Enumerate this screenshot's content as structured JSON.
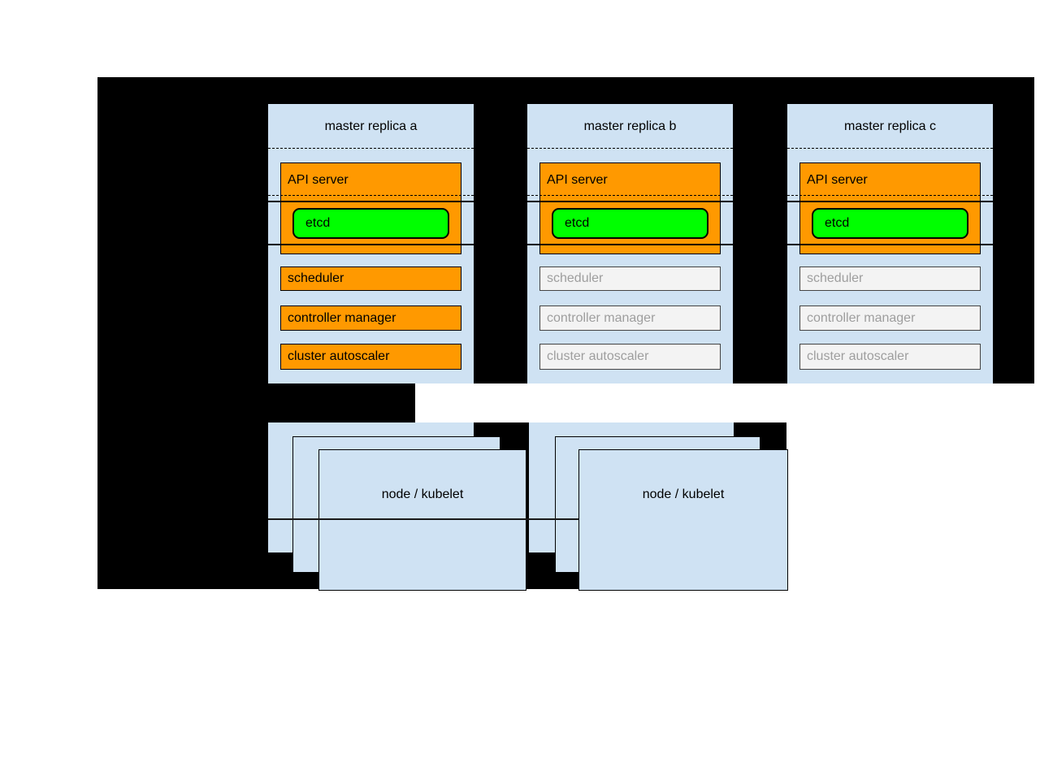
{
  "replicas": [
    {
      "title": "master replica a",
      "state": "active",
      "components": {
        "api_server": "API server",
        "etcd": "etcd",
        "scheduler": "scheduler",
        "controller_manager": "controller manager",
        "cluster_autoscaler": "cluster autoscaler"
      }
    },
    {
      "title": "master replica b",
      "state": "standby",
      "components": {
        "api_server": "API server",
        "etcd": "etcd",
        "scheduler": "scheduler",
        "controller_manager": "controller manager",
        "cluster_autoscaler": "cluster autoscaler"
      }
    },
    {
      "title": "master replica c",
      "state": "standby",
      "components": {
        "api_server": "API server",
        "etcd": "etcd",
        "scheduler": "scheduler",
        "controller_manager": "controller manager",
        "cluster_autoscaler": "cluster autoscaler"
      }
    }
  ],
  "nodes": [
    {
      "label": "node / kubelet"
    },
    {
      "label": "node / kubelet"
    }
  ],
  "colors": {
    "background": "#ffffff",
    "canvas": "#000000",
    "panel_fill": "#cfe2f3",
    "active_fill": "#ff9900",
    "etcd_fill": "#00ff00",
    "standby_fill": "#f3f3f3",
    "standby_text": "#9e9e9e"
  }
}
